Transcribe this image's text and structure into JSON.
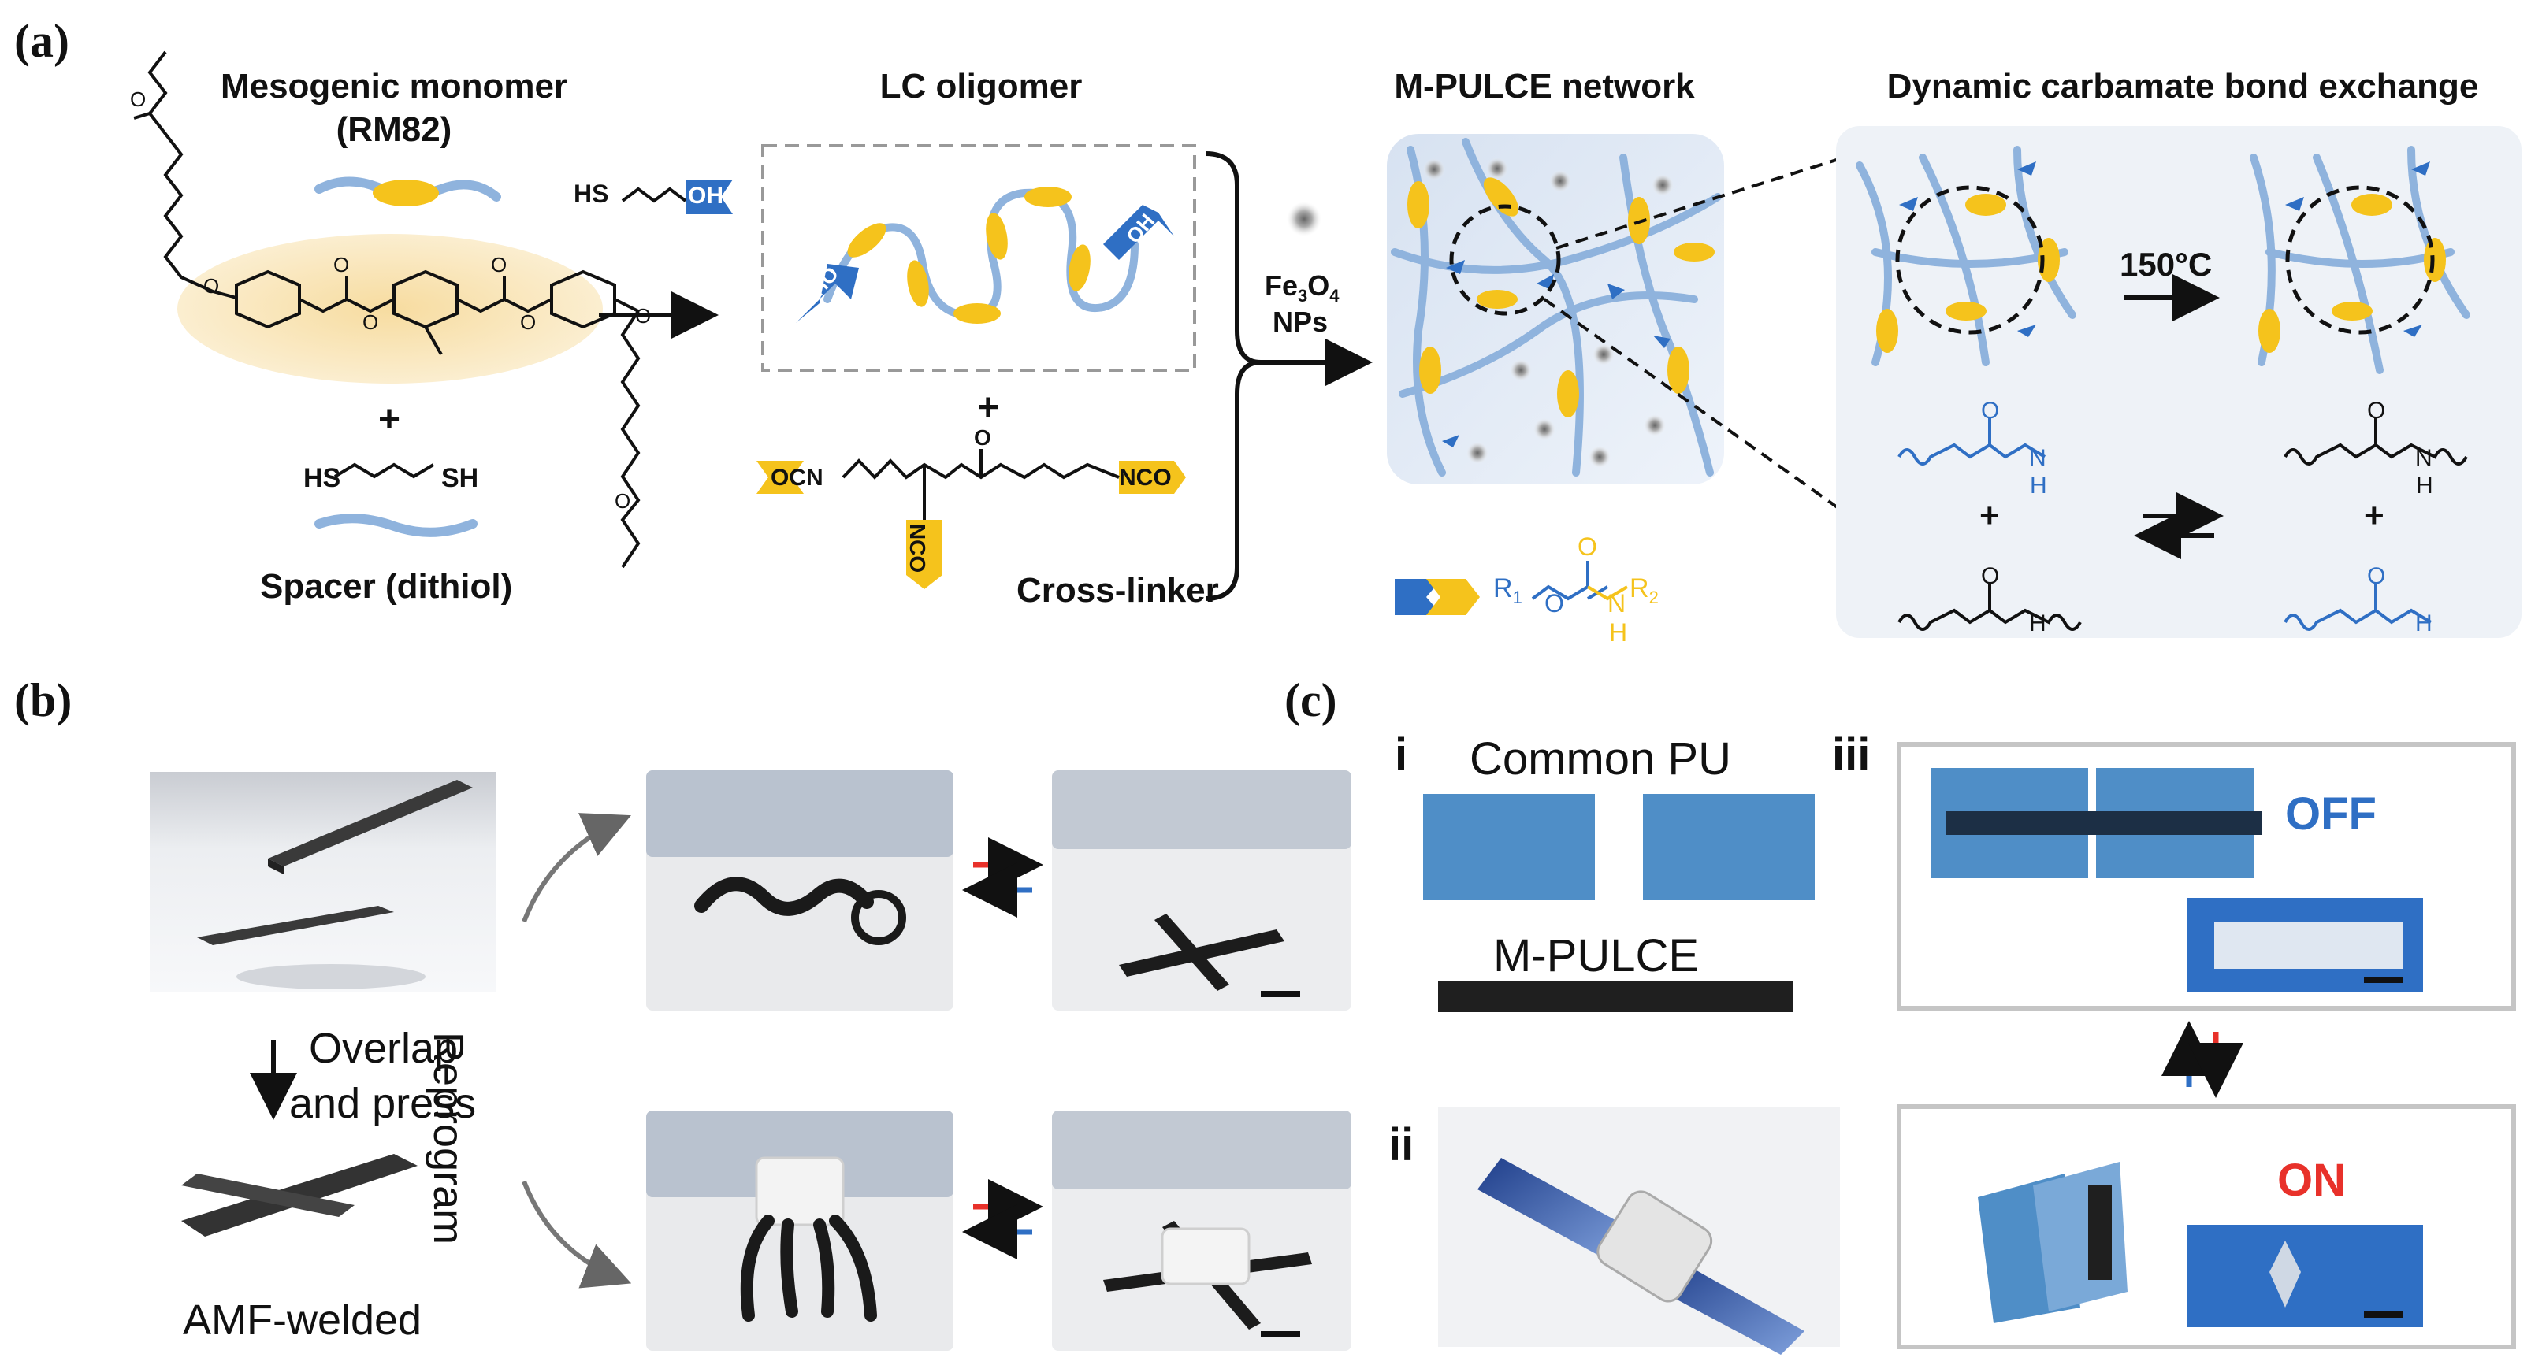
{
  "panels": {
    "a": "(a)",
    "b": "(b)",
    "c": "(c)"
  },
  "panel_a": {
    "headings": {
      "monomer": "Mesogenic monomer",
      "monomer_sub": "(RM82)",
      "oligomer": "LC oligomer",
      "network": "M-PULCE network",
      "exchange": "Dynamic carbamate bond exchange"
    },
    "spacer": {
      "plus": "+",
      "formula_left": "HS",
      "formula_right": "SH",
      "label": "Spacer (dithiol)"
    },
    "thiol_reagent": {
      "sh": "HS",
      "oh": "OH"
    },
    "oligomer_ends": {
      "left": "HO",
      "right": "OH"
    },
    "crosslinker": {
      "plus": "+",
      "ocn": "OCN",
      "nco_right": "NCO",
      "nco_down": "NCO",
      "o": "O",
      "label": "Cross-linker"
    },
    "nanoparticles": {
      "fe": "Fe",
      "sub": "3",
      "o": "O",
      "sub2": "4",
      "nps": "NPs"
    },
    "bond_legend": {
      "r1": "R",
      "r1_sub": "1",
      "o": "O",
      "o_top": "O",
      "n": "N",
      "h": "H",
      "r2": "R",
      "r2_sub": "2"
    },
    "exchange_temperature": "150°C",
    "carbamate_atoms": {
      "o": "O",
      "n": "N",
      "h": "H",
      "plus": "+"
    }
  },
  "panel_b": {
    "step_label_1": "Overlap",
    "step_label_2": "and press",
    "result_label": "AMF-welded",
    "reprogram_label": "Reprogram"
  },
  "panel_c": {
    "i": "i",
    "ii": "ii",
    "iii": "iii",
    "common_pu": "Common PU",
    "m_pulce": "M-PULCE",
    "off": "OFF",
    "on": "ON"
  },
  "colors": {
    "blue": "#2f6fc4",
    "light_blue": "#8fb3dd",
    "yellow": "#f5c31c",
    "red": "#e8312a",
    "panel_bg": "#e4eaf3",
    "halo": "#f8e4b5"
  }
}
